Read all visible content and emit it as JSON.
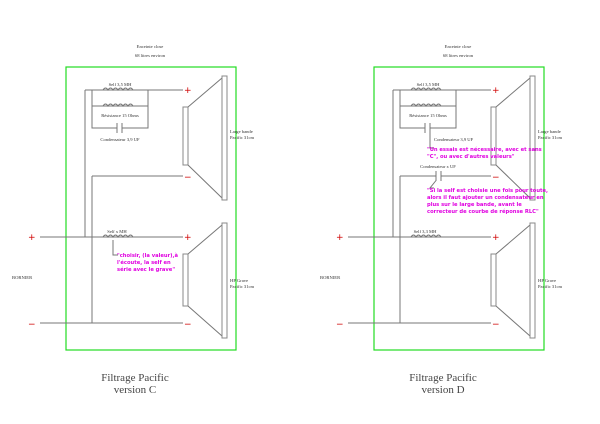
{
  "left": {
    "enclosure": [
      "Enceinte close",
      "68 litres environ"
    ],
    "self_top": "Self 3,5 MH",
    "resistance": "Résistance 15 Ohms",
    "capacitor": "Condensateur 3,9 UF",
    "tweeter": [
      "Large bande",
      "Pacific 31cm"
    ],
    "self_bottom": "Self x MH",
    "note": [
      "\"choisir, (la valeur),à",
      "l'écoute, la self en",
      "série avec le grave\""
    ],
    "woofer": [
      "HP Grave",
      "Pacific 31cm"
    ],
    "terminal": "BORNIER",
    "title": [
      "Filtrage Pacific",
      "version C"
    ]
  },
  "right": {
    "enclosure": [
      "Enceinte close",
      "68 litres environ"
    ],
    "self_top": "Self 3,5 MH",
    "resistance": "Résistance 15 Ohms",
    "capacitor": "Condensateur 3,9 UF",
    "note1": [
      "\"Un essais est nécessaire, avec et sans",
      "\"C\", ou avec d'autres valeurs\""
    ],
    "capacitor_x": "Condensateur x UF",
    "note2": [
      "\"Si la self est choisie une fois pour toute,",
      "alors il faut ajouter un condensateur en",
      "plus sur le large bande, avant le",
      "correcteur de courbe de réponse RLC\""
    ],
    "tweeter": [
      "Large bande",
      "Pacific 31cm"
    ],
    "self_bottom": "Self 3,3 MH",
    "woofer": [
      "HP Grave",
      "Pacific 31cm"
    ],
    "terminal": "BORNIER",
    "title": [
      "Filtrage Pacific",
      "version D"
    ]
  },
  "symbols": {
    "plus": "+",
    "minus": "−"
  }
}
